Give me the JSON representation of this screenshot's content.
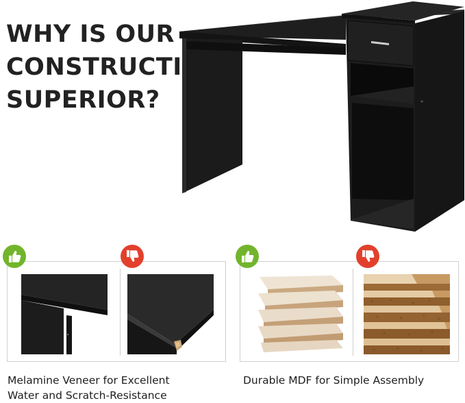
{
  "headline": [
    "WHY IS OUR",
    "CONSTRUCTION",
    "SUPERIOR?"
  ],
  "comparisons": [
    {
      "caption": [
        "Melamine Veneer for Excellent",
        "Water and Scratch-Resistance"
      ]
    },
    {
      "caption": [
        "Durable MDF for Simple Assembly"
      ]
    }
  ],
  "colors": {
    "good_badge": "#72b52c",
    "bad_badge": "#e2402c",
    "desk": "#1b1b1b",
    "panel_border": "#cfcfcf"
  },
  "icons": {
    "good": "thumbs-up-icon",
    "bad": "thumbs-down-icon"
  }
}
